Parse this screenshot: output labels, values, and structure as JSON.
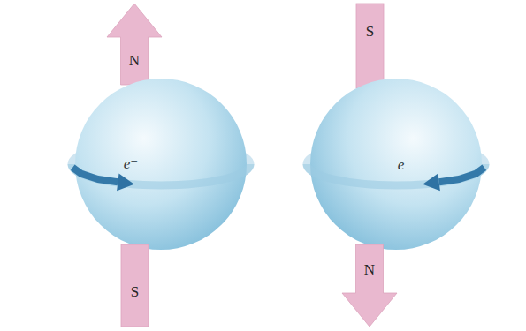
{
  "diagram": {
    "nodes": [
      {
        "text": [
          "N"
        ]
      },
      {
        "text": [
          "S"
        ]
      },
      {
        "text": [
          "e⁻"
        ]
      },
      {
        "text": [
          "e⁻"
        ]
      },
      {
        "text": [
          "S"
        ]
      },
      {
        "text": [
          "N"
        ]
      }
    ]
  }
}
